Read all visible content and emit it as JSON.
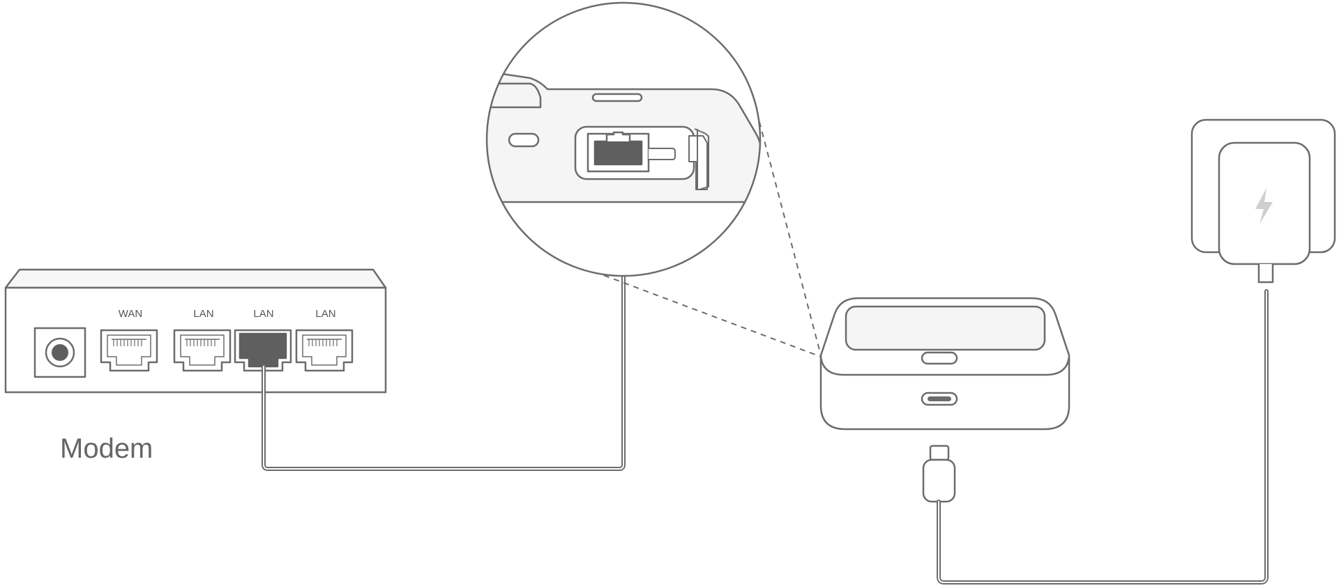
{
  "modem": {
    "label": "Modem",
    "ports": [
      "WAN",
      "LAN",
      "LAN",
      "LAN"
    ]
  },
  "colors": {
    "outline": "#6b6b6b",
    "port_fill": "#5f5f5f",
    "cable": "#6b6b6b",
    "bolt": "#cfcfcf"
  },
  "icons": {
    "power": "lightning-bolt-icon",
    "dc_jack": "power-jack-icon",
    "ethernet": "ethernet-port-icon"
  }
}
